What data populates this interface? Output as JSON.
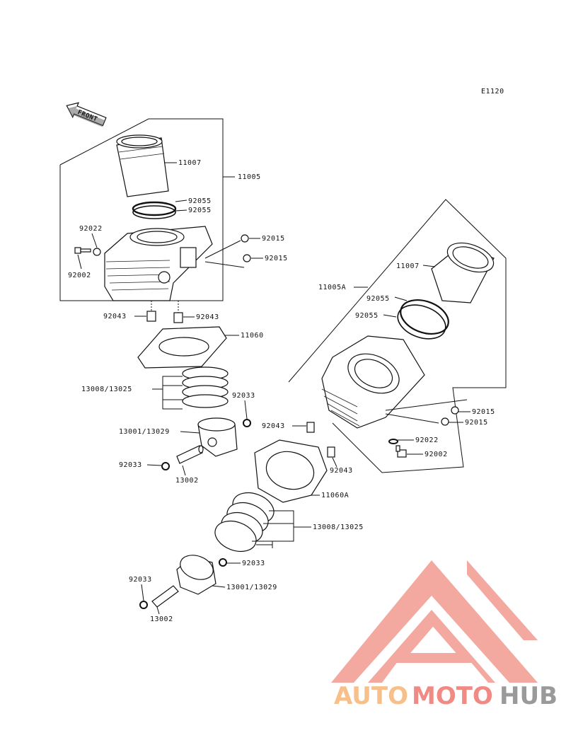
{
  "diagram_code": "E1120",
  "front_label": "FRONT",
  "labels": {
    "liner_top": "11007",
    "assy_top": "11005",
    "ring_top_a": "92055",
    "ring_top_b": "92055",
    "stud_top": "92022",
    "bolt_top": "92002",
    "nut_top_a": "92015",
    "nut_top_b": "92015",
    "dowel_top_l": "92043",
    "dowel_top_r": "92043",
    "gasket_top": "11060",
    "rings_top": "13008/13025",
    "clip_top_r": "92033",
    "piston_top": "13001/13029",
    "clip_top_l": "92033",
    "pin_top": "13002",
    "liner_bot": "11007",
    "assy_bot": "11005A",
    "ring_bot_a": "92055",
    "ring_bot_b": "92055",
    "nut_bot_a": "92015",
    "nut_bot_b": "92015",
    "stud_bot": "92022",
    "bolt_bot": "92002",
    "dowel_bot_l": "92043",
    "dowel_bot_r": "92043",
    "gasket_bot": "11060A",
    "rings_bot": "13008/13025",
    "clip_bot_r": "92033",
    "piston_bot": "13001/13029",
    "clip_bot_l": "92033",
    "pin_bot": "13002"
  },
  "watermark": {
    "part1": "AUTO",
    "part2": "MOTO",
    "part3": "HUB",
    "color1": "#f7c08a",
    "color2": "#f08a84",
    "color3": "#9a9a9a",
    "logo_color": "#f29a90"
  }
}
